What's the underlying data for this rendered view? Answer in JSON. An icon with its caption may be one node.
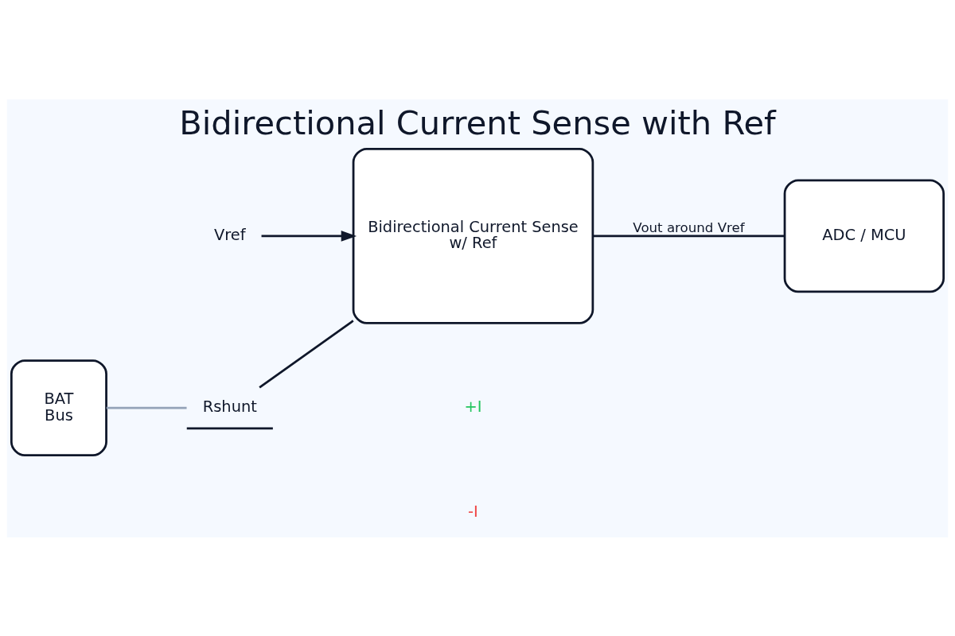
{
  "diagram": {
    "title": "Bidirectional Current Sense with Ref",
    "nodes": [
      {
        "text": [
          "BAT",
          "Bus"
        ]
      },
      {
        "text": [
          "Rshunt"
        ]
      },
      {
        "text": [
          "Bidirectional Current Sense",
          "w/ Ref"
        ]
      },
      {
        "text": [
          "ADC / MCU"
        ]
      },
      {
        "text": [
          "Vref"
        ]
      }
    ],
    "edges": [
      {
        "from": 0,
        "to": 1,
        "arrow": "none",
        "color": "#94a3b8"
      },
      {
        "from": 1,
        "to": 2,
        "arrow": "none"
      },
      {
        "from": 2,
        "to": 3,
        "arrow": "none",
        "label": "Vout around Vref"
      },
      {
        "from": 4,
        "to": 2,
        "arrow": "to"
      }
    ],
    "labels": [
      "+I",
      "-I"
    ]
  }
}
